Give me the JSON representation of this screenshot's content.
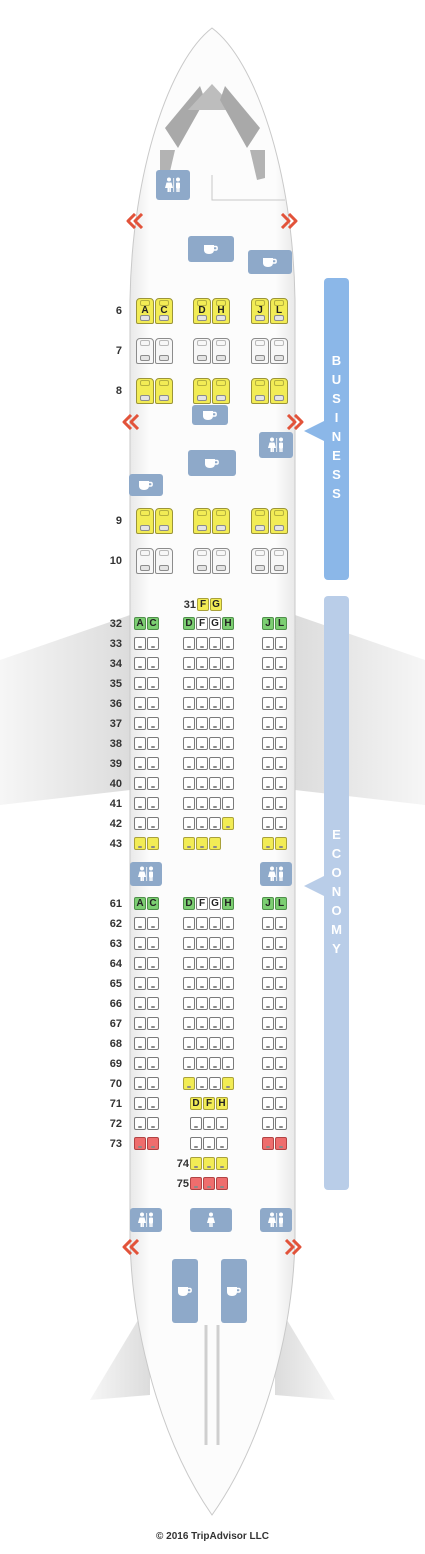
{
  "copyright": "© 2016 TripAdvisor LLC",
  "sections": {
    "business": "BUSINESS",
    "economy": "ECONOMY"
  },
  "colors": {
    "business_bar": "#8bb7e8",
    "economy_bar": "#b9cde8",
    "icon_blue": "#8ea9c9",
    "exit_red": "#e2533a",
    "seat_yellow": "#f2ec55",
    "seat_green": "#7ccf72",
    "seat_red": "#ef6d6d"
  },
  "icons": {
    "galley": "coffee-cup-icon",
    "lavatory": "restroom-icon",
    "exit": "exit-chevron-icon"
  },
  "business_rows": [
    {
      "row": "6",
      "left": [
        "A",
        "C"
      ],
      "mid": [
        "D",
        "H"
      ],
      "right": [
        "J",
        "L"
      ],
      "style": "yellow"
    },
    {
      "row": "7",
      "left": [
        "",
        ""
      ],
      "mid": [
        "",
        ""
      ],
      "right": [
        "",
        ""
      ],
      "style": "white"
    },
    {
      "row": "8",
      "left": [
        "",
        ""
      ],
      "mid": [
        "",
        ""
      ],
      "right": [
        "",
        ""
      ],
      "style": "yellow"
    },
    {
      "row": "9",
      "left": [
        "",
        ""
      ],
      "mid": [
        "",
        ""
      ],
      "right": [
        "",
        ""
      ],
      "style": "yellow"
    },
    {
      "row": "10",
      "left": [
        "",
        ""
      ],
      "mid": [
        "",
        ""
      ],
      "right": [
        "",
        ""
      ],
      "style": "white"
    }
  ],
  "economy_rows": [
    {
      "row": "31",
      "left": [],
      "mid": [
        "F",
        "G"
      ],
      "right": [],
      "type": "yellow-mid"
    },
    {
      "row": "32",
      "left": [
        "A",
        "C"
      ],
      "mid": [
        "D",
        "F",
        "G",
        "H"
      ],
      "right": [
        "J",
        "L"
      ],
      "type": "green-header"
    },
    {
      "row": "33",
      "type": "std"
    },
    {
      "row": "34",
      "type": "std"
    },
    {
      "row": "35",
      "type": "std"
    },
    {
      "row": "36",
      "type": "std"
    },
    {
      "row": "37",
      "type": "std"
    },
    {
      "row": "38",
      "type": "std"
    },
    {
      "row": "39",
      "type": "std"
    },
    {
      "row": "40",
      "type": "std"
    },
    {
      "row": "41",
      "type": "std"
    },
    {
      "row": "42",
      "type": "std-last-yellow"
    },
    {
      "row": "43",
      "type": "yellow-sides-three"
    },
    {
      "row": "61",
      "left": [
        "A",
        "C"
      ],
      "mid": [
        "D",
        "F",
        "G",
        "H"
      ],
      "right": [
        "J",
        "L"
      ],
      "type": "green-header"
    },
    {
      "row": "62",
      "type": "std"
    },
    {
      "row": "63",
      "type": "std"
    },
    {
      "row": "64",
      "type": "std"
    },
    {
      "row": "65",
      "type": "std"
    },
    {
      "row": "66",
      "type": "std"
    },
    {
      "row": "67",
      "type": "std"
    },
    {
      "row": "68",
      "type": "std"
    },
    {
      "row": "69",
      "type": "std"
    },
    {
      "row": "70",
      "type": "std-mid-yellow-ends"
    },
    {
      "row": "71",
      "left": [],
      "mid": [
        "D",
        "F",
        "H"
      ],
      "right": [],
      "type": "three-mid"
    },
    {
      "row": "72",
      "type": "three-std"
    },
    {
      "row": "73",
      "type": "three-red-sides"
    },
    {
      "row": "74",
      "type": "three-yellow-only"
    },
    {
      "row": "75",
      "type": "three-red-only"
    }
  ]
}
